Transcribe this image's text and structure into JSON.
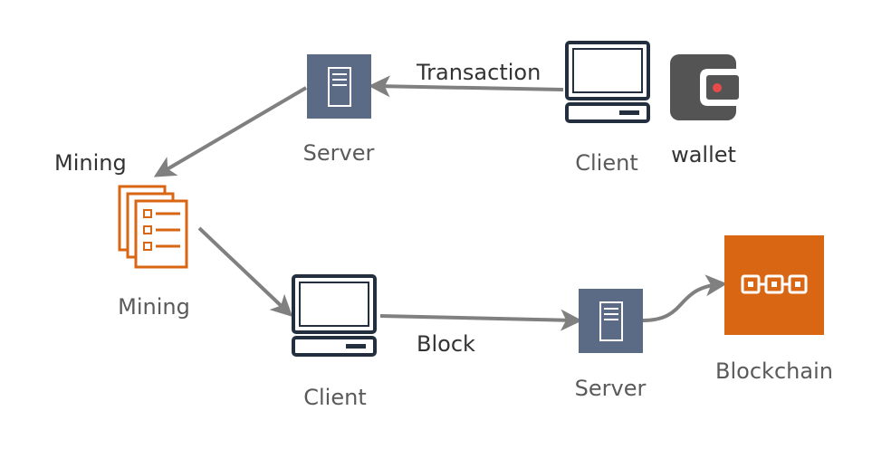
{
  "colors": {
    "server": "#5b6b85",
    "client_outline": "#232f3e",
    "mining": "#d86613",
    "blockchain": "#d86613",
    "wallet": "#545454",
    "wallet_dot": "#e84a4a",
    "arrow": "#808080",
    "label_dark": "#333333",
    "label_caption": "#5a5a5a"
  },
  "nodes": {
    "server_top": {
      "label": "Server",
      "icon": "server-icon"
    },
    "client_top": {
      "label": "Client",
      "icon": "computer-icon"
    },
    "wallet": {
      "label": "wallet",
      "icon": "wallet-icon"
    },
    "mining": {
      "title": "Mining",
      "label": "Mining",
      "icon": "documents-list-icon"
    },
    "client_bottom": {
      "label": "Client",
      "icon": "computer-icon"
    },
    "server_bottom": {
      "label": "Server",
      "icon": "server-icon"
    },
    "blockchain": {
      "label": "Blockchain",
      "icon": "blockchain-icon"
    }
  },
  "edges": {
    "transaction": {
      "label": "Transaction"
    },
    "block": {
      "label": "Block"
    }
  }
}
